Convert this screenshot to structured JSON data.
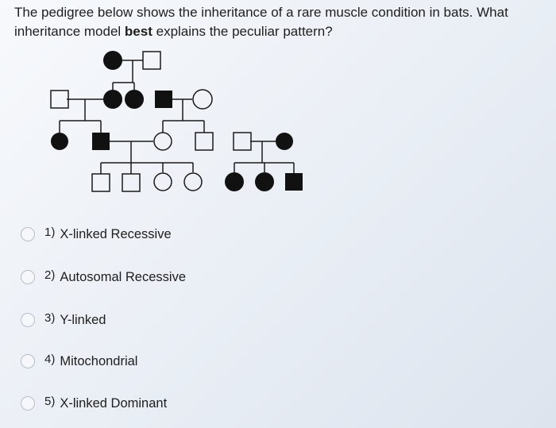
{
  "question": {
    "text_before": "The pedigree below shows the inheritance of a rare muscle condition in bats. What inheritance model ",
    "emphasis": "best",
    "text_after": " explains the peculiar pattern?"
  },
  "pedigree": {
    "generation_1": [
      {
        "shape": "circle",
        "affected": true
      },
      {
        "shape": "square",
        "affected": false
      }
    ],
    "generation_2": [
      {
        "shape": "square",
        "affected": false
      },
      {
        "shape": "circle",
        "affected": true
      },
      {
        "shape": "circle",
        "affected": true
      },
      {
        "shape": "square",
        "affected": true
      },
      {
        "shape": "circle",
        "affected": false
      }
    ],
    "generation_3": [
      {
        "shape": "circle",
        "affected": true
      },
      {
        "shape": "square",
        "affected": true
      },
      {
        "shape": "circle",
        "affected": false
      },
      {
        "shape": "square",
        "affected": false
      },
      {
        "shape": "square",
        "affected": false
      },
      {
        "shape": "circle",
        "affected": true
      }
    ],
    "generation_4": [
      {
        "shape": "square",
        "affected": false
      },
      {
        "shape": "square",
        "affected": false
      },
      {
        "shape": "circle",
        "affected": false
      },
      {
        "shape": "circle",
        "affected": false
      },
      {
        "shape": "circle",
        "affected": true
      },
      {
        "shape": "circle",
        "affected": true
      },
      {
        "shape": "square",
        "affected": true
      }
    ]
  },
  "options": [
    {
      "number": "1)",
      "label": "X-linked Recessive"
    },
    {
      "number": "2)",
      "label": "Autosomal Recessive"
    },
    {
      "number": "3)",
      "label": "Y-linked"
    },
    {
      "number": "4)",
      "label": "Mitochondrial"
    },
    {
      "number": "5)",
      "label": "X-linked Dominant"
    }
  ]
}
